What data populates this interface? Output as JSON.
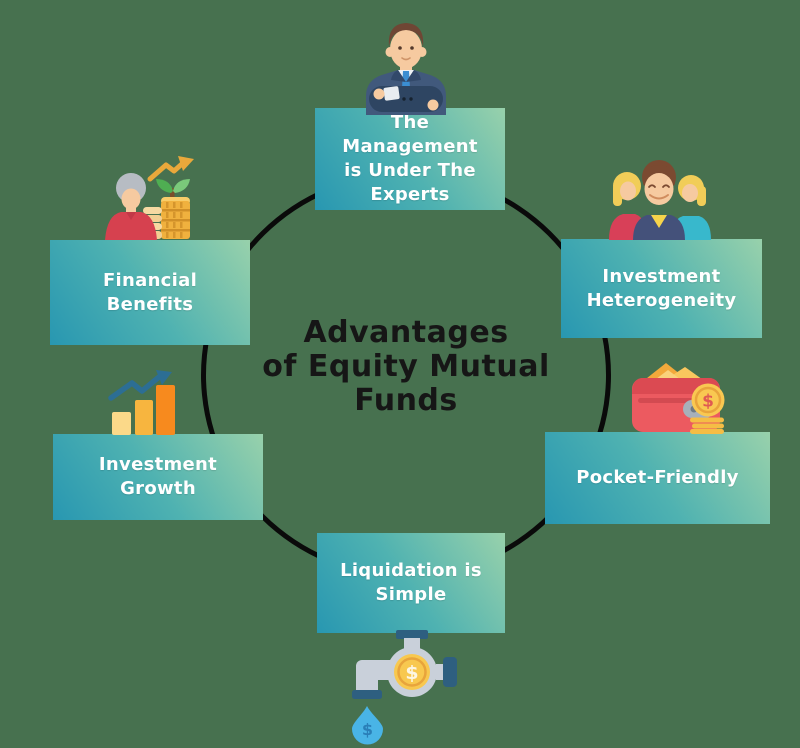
{
  "background_color": "#47714f",
  "title": {
    "text": "Advantages\nof Equity Mutual\nFunds",
    "color": "#161616"
  },
  "circle": {
    "stroke_color": "#0a0a0a"
  },
  "box_style": {
    "gradient_start": "#2897b1",
    "gradient_end": "#98d1ab",
    "text_color": "#ffffff"
  },
  "symbols": {
    "dollar": "$"
  },
  "boxes": [
    {
      "position": "top",
      "label": "The Management\nis Under The\nExperts",
      "icon": "businessman-icon"
    },
    {
      "position": "top-right",
      "label": "Investment\nHeterogeneity",
      "icon": "investor-group-icon"
    },
    {
      "position": "right",
      "label": "Pocket-Friendly",
      "icon": "wallet-money-icon"
    },
    {
      "position": "bottom",
      "label": "Liquidation is\nSimple",
      "icon": "money-tap-icon"
    },
    {
      "position": "left-bottom",
      "label": "Investment\nGrowth",
      "icon": "growth-bar-chart-icon"
    },
    {
      "position": "left-top",
      "label": "Financial\nBenefits",
      "icon": "savings-person-icon"
    }
  ],
  "icon_colors": {
    "suit_navy": "#41597c",
    "skin": "#f6caa0",
    "hair_brown": "#6f4634",
    "hair_blonde": "#f1cd58",
    "hair_gray": "#b7bcc3",
    "red": "#d6414f",
    "wallet_red": "#ec5a60",
    "teal_shirt": "#38b8cc",
    "coin_gold": "#f8c84f",
    "coin_ring": "#e8a43c",
    "orange_bar": "#f78a1e",
    "amber_bar": "#f7b53f",
    "pale_bar": "#fbd989",
    "arrow_blue": "#2c6e94",
    "arrow_gold": "#e9a83b",
    "pipe_gray": "#c9d0da",
    "valve_blue": "#2e5f80",
    "drop_blue": "#49b4e6",
    "leaf_green": "#4fae52"
  }
}
